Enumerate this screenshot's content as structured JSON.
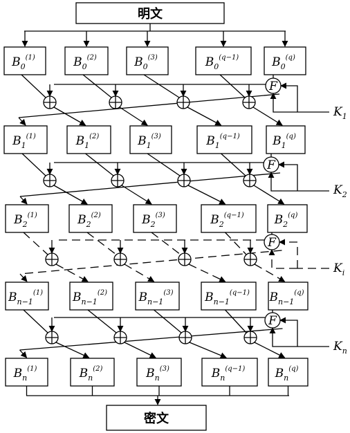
{
  "title_top": "明文",
  "title_bottom": "密文",
  "function_label": "F",
  "columns": [
    {
      "sup": "(1)"
    },
    {
      "sup": "(2)"
    },
    {
      "sup": "(3)"
    },
    {
      "sup": "(q−1)"
    },
    {
      "sup": "(q)"
    }
  ],
  "rounds": [
    {
      "sub": "0",
      "key": null
    },
    {
      "sub": "1",
      "key": {
        "letter": "K",
        "sub": "1"
      }
    },
    {
      "sub": "2",
      "key": {
        "letter": "K",
        "sub": "2"
      }
    },
    {
      "sub": "n−1",
      "key": {
        "letter": "K",
        "sub": "i"
      }
    },
    {
      "sub": "n",
      "key": {
        "letter": "K",
        "sub": "n"
      }
    }
  ],
  "block_letter": "B"
}
